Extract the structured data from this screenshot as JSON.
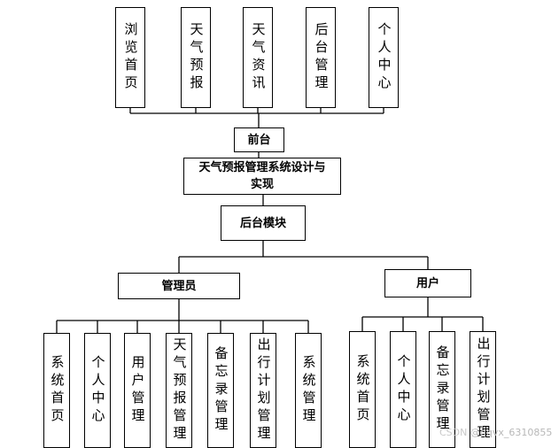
{
  "front_modules": [
    "浏览首页",
    "天气预报",
    "天气资讯",
    "后台管理",
    "个人中心"
  ],
  "front_node": "前台",
  "root_title": "天气预报管理系统设计与实现",
  "backend_node": "后台模块",
  "admin_node": "管理员",
  "user_node": "用户",
  "admin_modules": [
    "系统首页",
    "个人中心",
    "用户管理",
    "天气预报管理",
    "备忘录管理",
    "出行计划管理",
    "系统管理"
  ],
  "user_modules": [
    "系统首页",
    "个人中心",
    "备忘录管理",
    "出行计划管理"
  ],
  "watermark": {
    "source": "CSDN",
    "handle": "@qqvx_6310855"
  },
  "colors": {
    "line": "#000000",
    "box_fill": "#ffffff",
    "watermark": "#b8b8b8"
  }
}
